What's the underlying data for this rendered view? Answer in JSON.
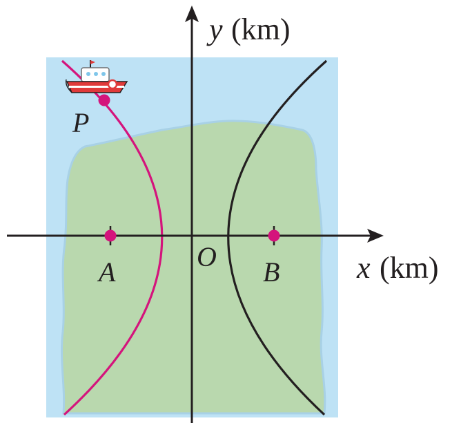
{
  "axes": {
    "x_var": "x",
    "x_unit": "(km)",
    "y_var": "y",
    "y_unit": "(km)",
    "origin": "O"
  },
  "points": {
    "A": "A",
    "B": "B",
    "P": "P"
  },
  "colors": {
    "water": "#bee2f5",
    "land": "#b9d8ae",
    "left_branch": "#d4147c",
    "right_branch": "#231f20",
    "axis": "#231f20"
  },
  "icons": {
    "boat": "boat-icon"
  }
}
